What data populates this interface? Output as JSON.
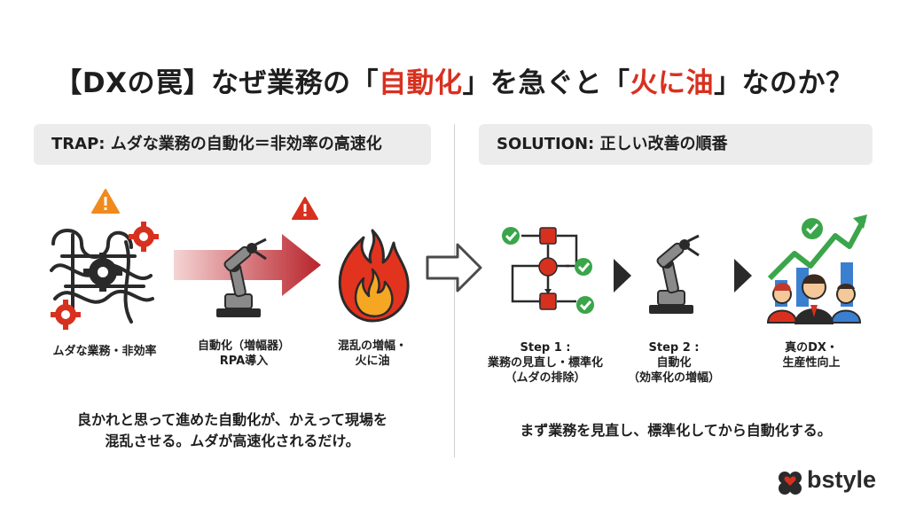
{
  "title": {
    "part1": "【DXの罠】なぜ業務の「",
    "highlight1": "自動化",
    "part2": "」を急ぐと「",
    "highlight2": "火に油",
    "part3": "」なのか？",
    "highlight_color": "#d8301f"
  },
  "trap": {
    "heading": "TRAP: ムダな業務の自動化＝非効率の高速化",
    "items": [
      {
        "line1": "ムダな業務・非効率",
        "line2": ""
      },
      {
        "line1": "自動化（増幅器）",
        "line2": "RPA導入"
      },
      {
        "line1": "混乱の増幅・",
        "line2": "火に油"
      }
    ],
    "caption_line1": "良かれと思って進めた自動化が、かえって現場を",
    "caption_line2": "混乱させる。ムダが高速化されるだけ。"
  },
  "solution": {
    "heading": "SOLUTION: 正しい改善の順番",
    "steps": [
      {
        "line1": "Step 1 :",
        "line2": "業務の見直し・標準化",
        "line3": "（ムダの排除）"
      },
      {
        "line1": "Step 2 :",
        "line2": "自動化",
        "line3": "（効率化の増幅）"
      },
      {
        "line1": "真のDX・",
        "line2": "生産性向上",
        "line3": ""
      }
    ],
    "caption": "まず業務を見直し、標準化してから自動化する。"
  },
  "brand": {
    "name": "bstyle",
    "colors": {
      "red": "#d8301f",
      "dark": "#2a2a2a",
      "green": "#3aa54a",
      "warning": "#f08a1c"
    }
  },
  "icons": [
    "warning-icon",
    "tangled-gears-icon",
    "red-arrow-icon",
    "robot-arm-icon",
    "fire-icon",
    "outline-arrow-icon",
    "flowchart-icon",
    "chevron-right-icon",
    "growth-team-icon",
    "check-icon",
    "clover-logo-icon"
  ]
}
